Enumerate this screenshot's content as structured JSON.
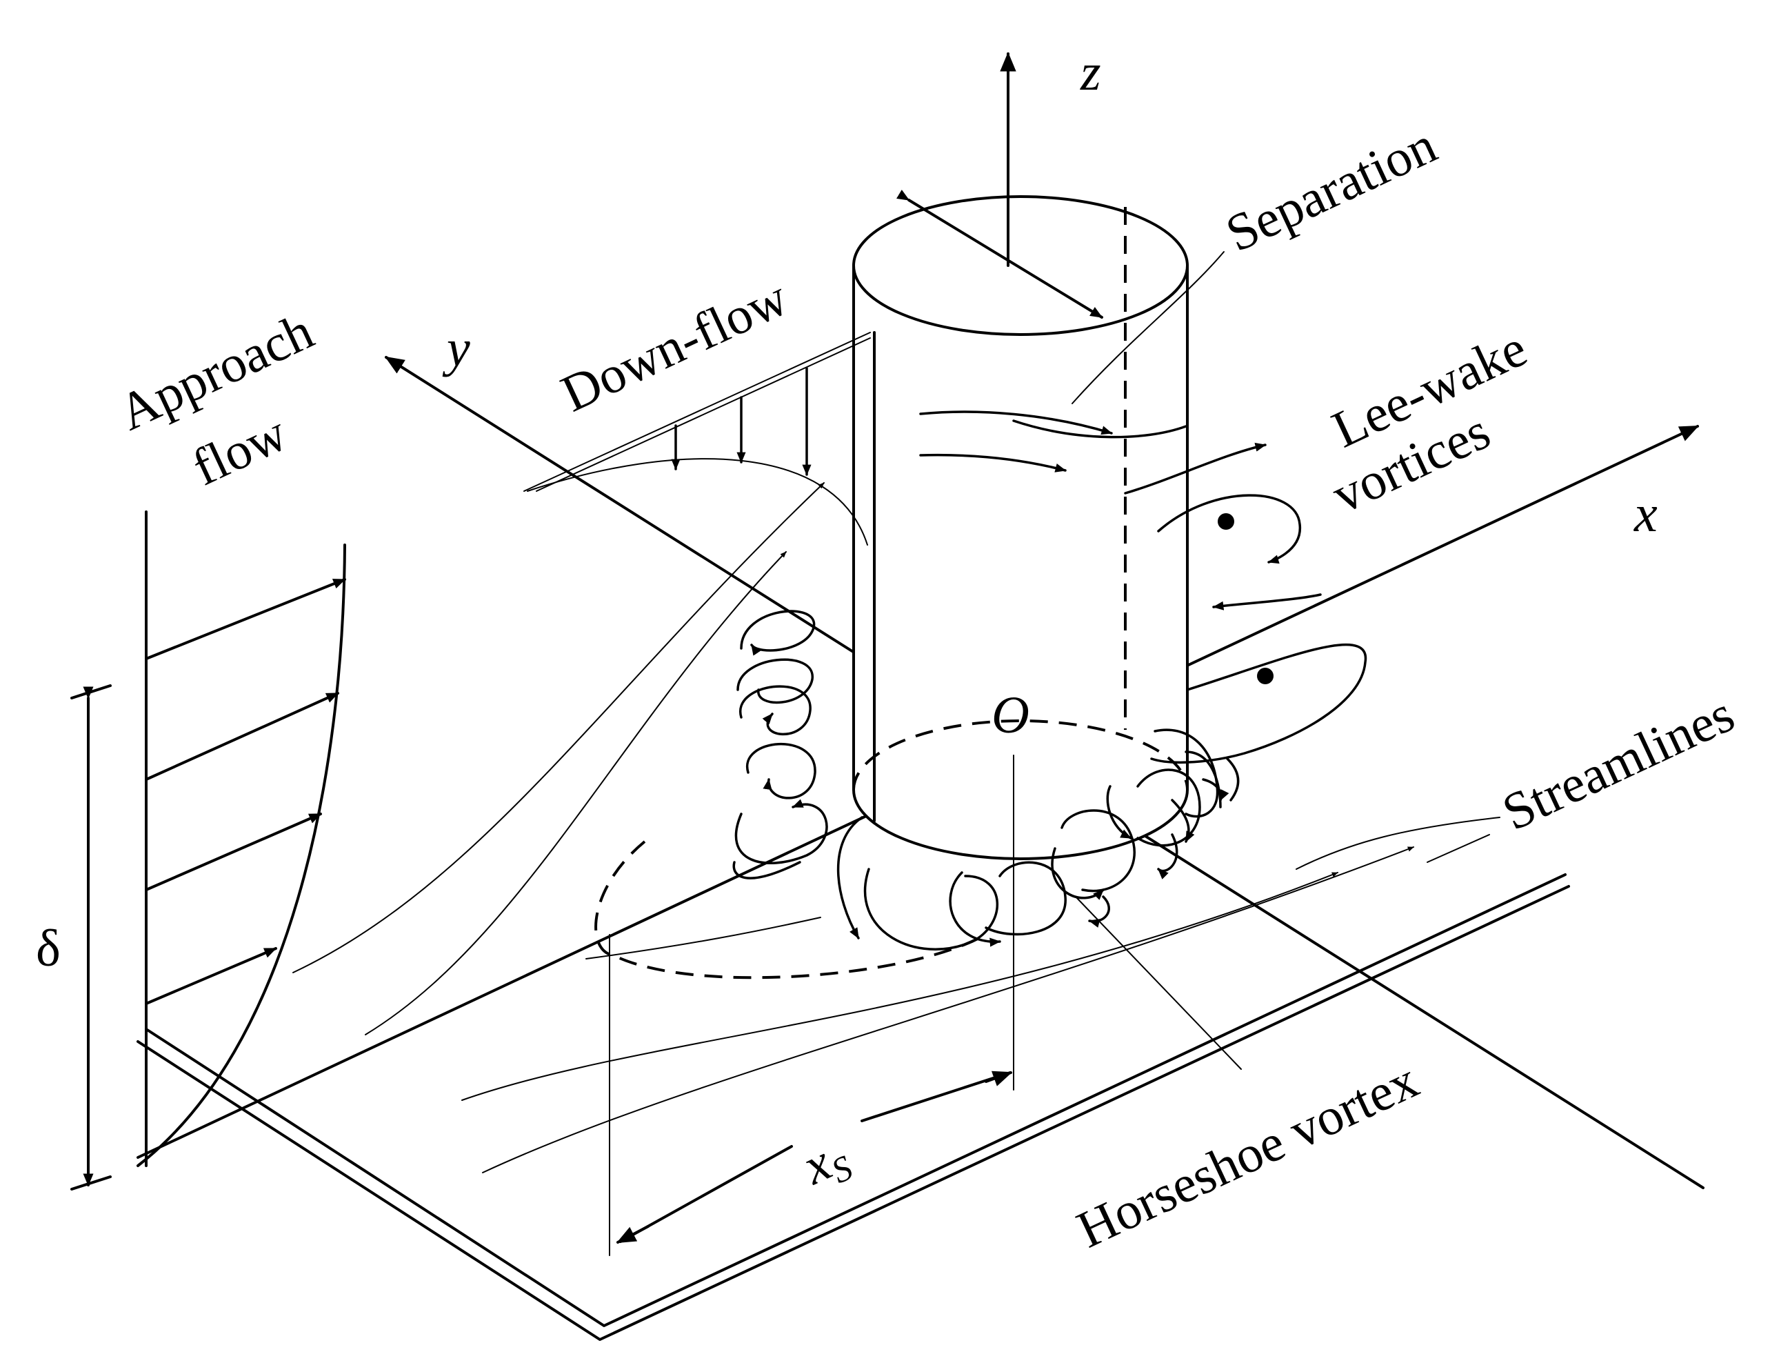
{
  "labels": {
    "z": "z",
    "y": "y",
    "x": "x",
    "origin": "O",
    "separation": "Separation",
    "down_flow": "Down-flow",
    "approach_line1": "Approach",
    "approach_line2": "flow",
    "lee_wake_line1": "Lee-wake",
    "lee_wake_line2": "vortices",
    "streamlines": "Streamlines",
    "horseshoe_vortex": "Horseshoe vortex",
    "delta": "δ",
    "xs_main": "x",
    "xs_sub": "S"
  },
  "colors": {
    "ink": "#000000",
    "background": "#ffffff"
  }
}
